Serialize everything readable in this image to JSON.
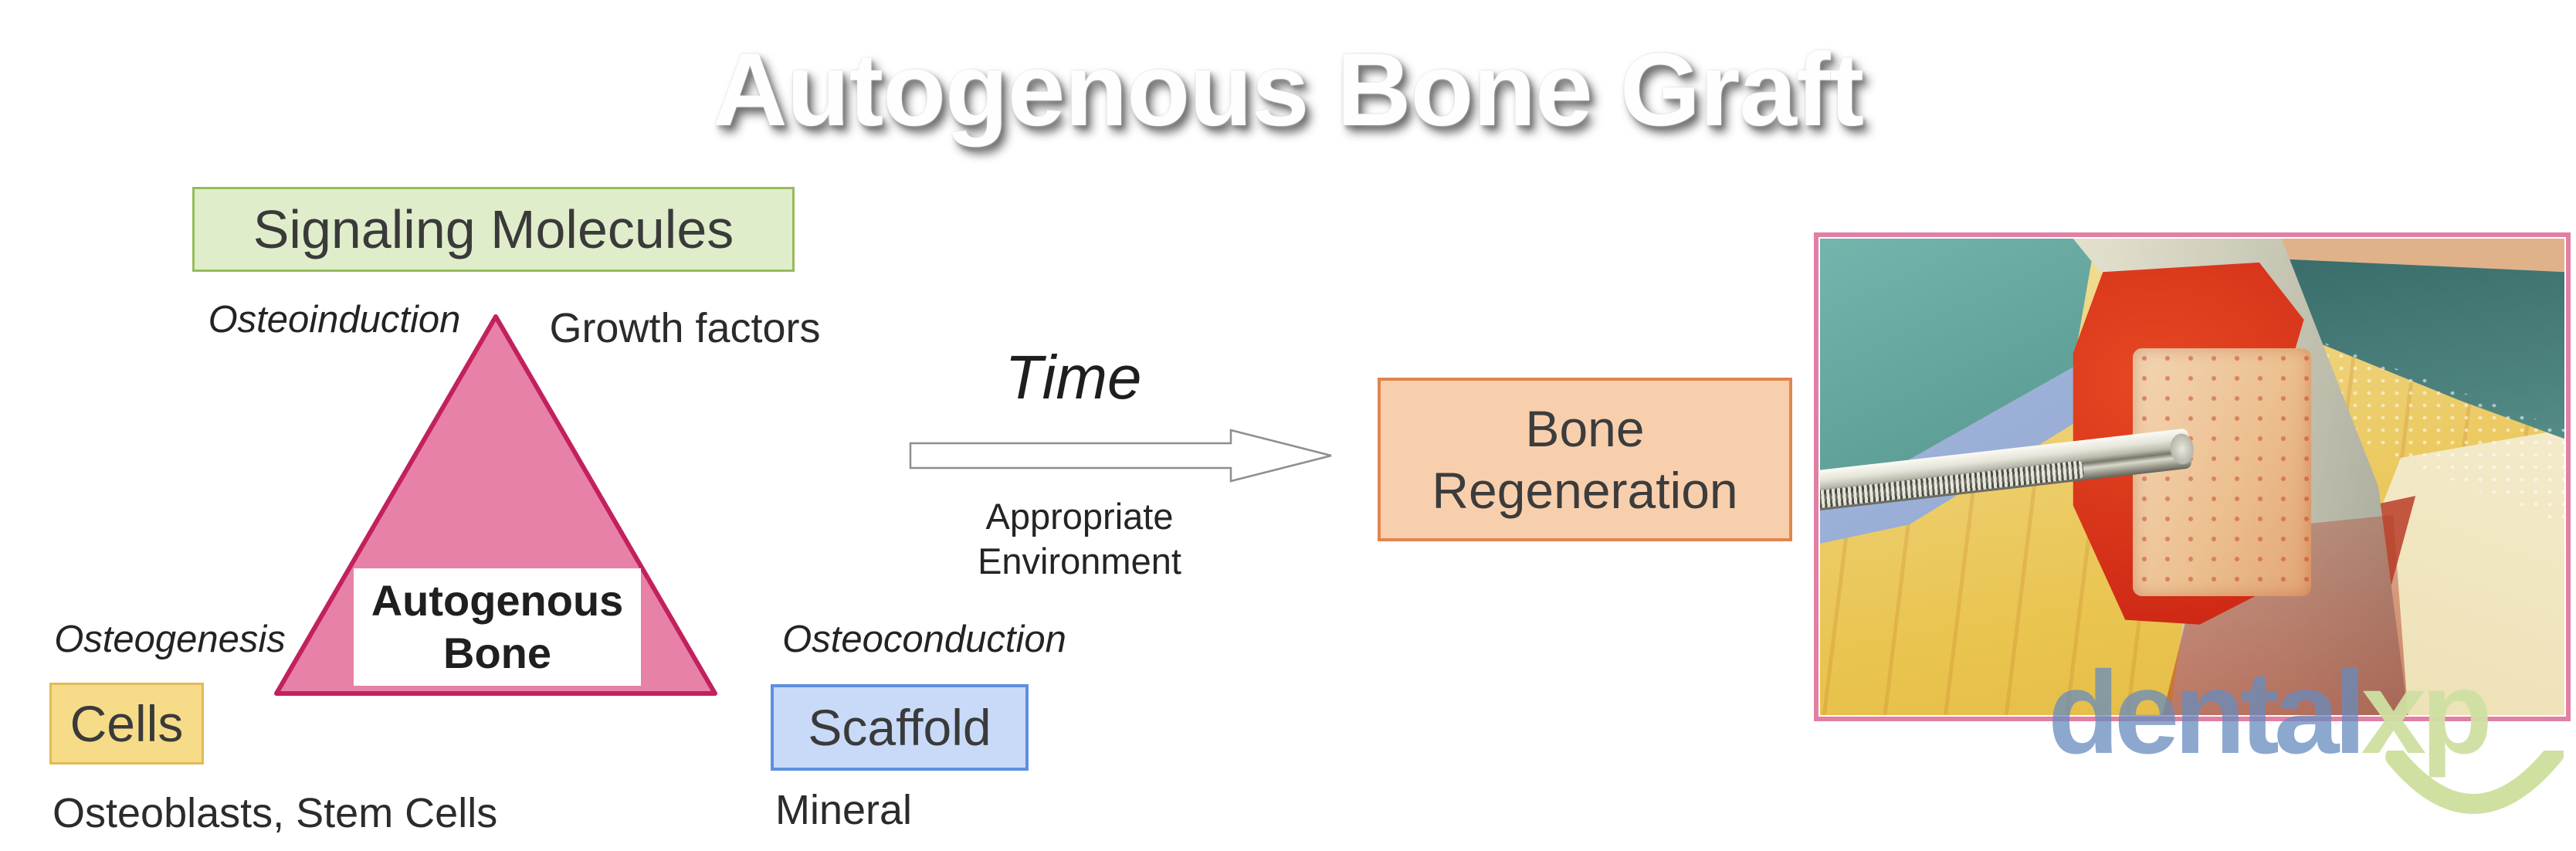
{
  "title": "Autogenous Bone Graft",
  "pillars": {
    "signaling": {
      "box": "Signaling Molecules",
      "mechanism": "Osteoinduction",
      "example": "Growth factors"
    },
    "cells": {
      "box": "Cells",
      "mechanism": "Osteogenesis",
      "example": "Osteoblasts, Stem Cells"
    },
    "scaffold": {
      "box": "Scaffold",
      "mechanism": "Osteoconduction",
      "example": "Mineral"
    }
  },
  "triangle_center": {
    "line1": "Autogenous",
    "line2": "Bone"
  },
  "process_arrow": {
    "label": "Time",
    "sub_line1": "Appropriate",
    "sub_line2": "Environment"
  },
  "outcome": {
    "line1": "Bone",
    "line2": "Regeneration"
  },
  "watermark": {
    "brand_part1": "dental",
    "brand_part2": "xp"
  },
  "colors": {
    "signaling_fill": "#e0edca",
    "signaling_border": "#94bd59",
    "cells_fill": "#f6dc88",
    "cells_border": "#e0bb55",
    "scaffold_fill": "#c9daf8",
    "scaffold_border": "#5d8fe0",
    "outcome_fill": "#f8cfad",
    "outcome_border": "#e0854e",
    "triangle_fill": "#e781a7",
    "triangle_border": "#c2205e",
    "photo_border": "#e27fa4",
    "watermark_blue": "#688cbe",
    "watermark_green": "#cfe0a2"
  }
}
